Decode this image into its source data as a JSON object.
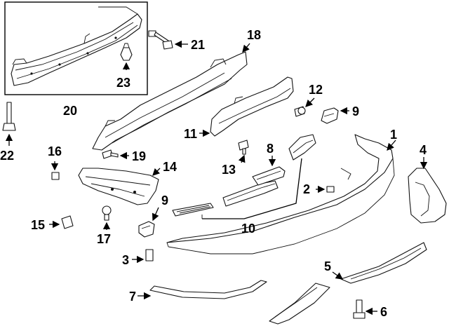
{
  "diagram": {
    "callouts": {
      "c1": "1",
      "c2": "2",
      "c3": "3",
      "c4": "4",
      "c5": "5",
      "c6": "6",
      "c7": "7",
      "c8": "8",
      "c9a": "9",
      "c9b": "9",
      "c10": "10",
      "c11": "11",
      "c12": "12",
      "c13": "13",
      "c14": "14",
      "c15": "15",
      "c16": "16",
      "c17": "17",
      "c18": "18",
      "c19": "19",
      "c20": "20",
      "c21": "21",
      "c22": "22",
      "c23": "23"
    },
    "line_color": "#111111",
    "background": "#ffffff"
  }
}
